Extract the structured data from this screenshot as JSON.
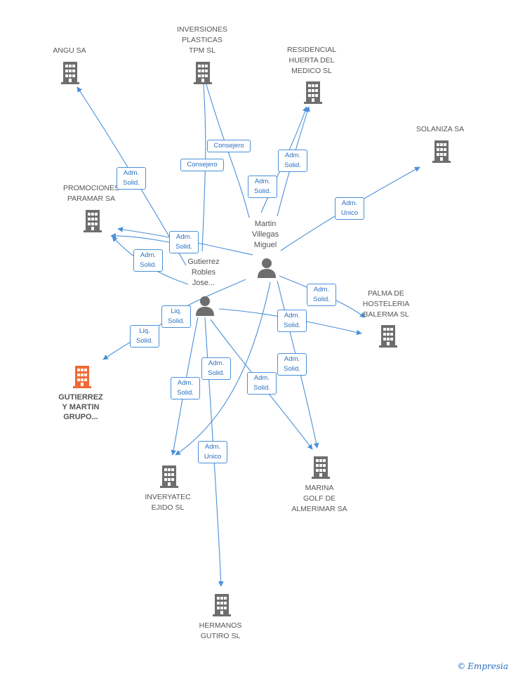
{
  "colors": {
    "edge": "#4a90d9",
    "building": "#6e6e6e",
    "focus": "#f06a35",
    "person": "#6e6e6e",
    "label_text": "#555555"
  },
  "nodes": {
    "angu": {
      "label": "ANGU SA"
    },
    "inversiones": {
      "label": "INVERSIONES\nPLASTICAS\nTPM SL"
    },
    "residencial": {
      "label": "RESIDENCIAL\nHUERTA DEL\nMEDICO SL"
    },
    "solaniza": {
      "label": "SOLANIZA SA"
    },
    "promociones": {
      "label": "PROMOCIONES\nPARAMAR SA"
    },
    "martin": {
      "label": "Martin\nVillegas\nMiguel"
    },
    "gutierrez_person": {
      "label": "Gutierrez\nRobles\nJose..."
    },
    "palma": {
      "label": "PALMA DE\nHOSTELERIA\nBALERMA SL"
    },
    "gutierrez_grupo": {
      "label": "GUTIERREZ\nY MARTIN\nGRUPO..."
    },
    "inveryatec": {
      "label": "INVERYATEC\nEJIDO SL"
    },
    "marina": {
      "label": "MARINA\nGOLF DE\nALMERIMAR SA"
    },
    "hermanos": {
      "label": "HERMANOS\nGUTIRO  SL"
    }
  },
  "edge_labels": [
    {
      "text": "Consejero"
    },
    {
      "text": "Consejero"
    },
    {
      "text": "Adm.\nSolid."
    },
    {
      "text": "Adm.\nSolid."
    },
    {
      "text": "Adm.\nSolid."
    },
    {
      "text": "Adm.\nUnico"
    },
    {
      "text": "Adm.\nSolid."
    },
    {
      "text": "Adm.\nSolid."
    },
    {
      "text": "Adm.\nSolid."
    },
    {
      "text": "Liq.\nSolid."
    },
    {
      "text": "Liq.\nSolid."
    },
    {
      "text": "Adm.\nSolid."
    },
    {
      "text": "Adm.\nSolid."
    },
    {
      "text": "Adm.\nSolid."
    },
    {
      "text": "Adm.\nSolid."
    },
    {
      "text": "Adm.\nSolid."
    },
    {
      "text": "Adm.\nUnico"
    }
  ],
  "footer": {
    "copyright": "©",
    "brand": "Empresia"
  }
}
